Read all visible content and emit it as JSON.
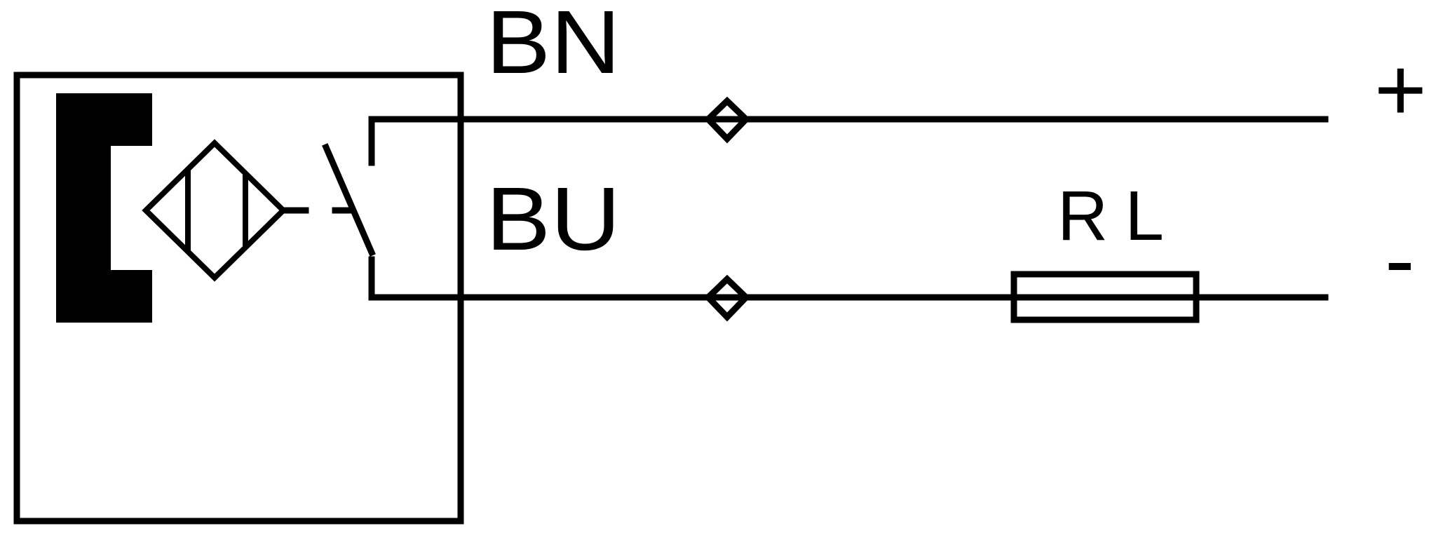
{
  "diagram": {
    "wires": {
      "brown": {
        "code": "BN"
      },
      "blue": {
        "code": "BU"
      }
    },
    "load": {
      "label": "RL"
    },
    "supply": {
      "positive": "+",
      "negative": "-"
    },
    "colors": {
      "line": "#000000",
      "background": "#ffffff"
    }
  }
}
